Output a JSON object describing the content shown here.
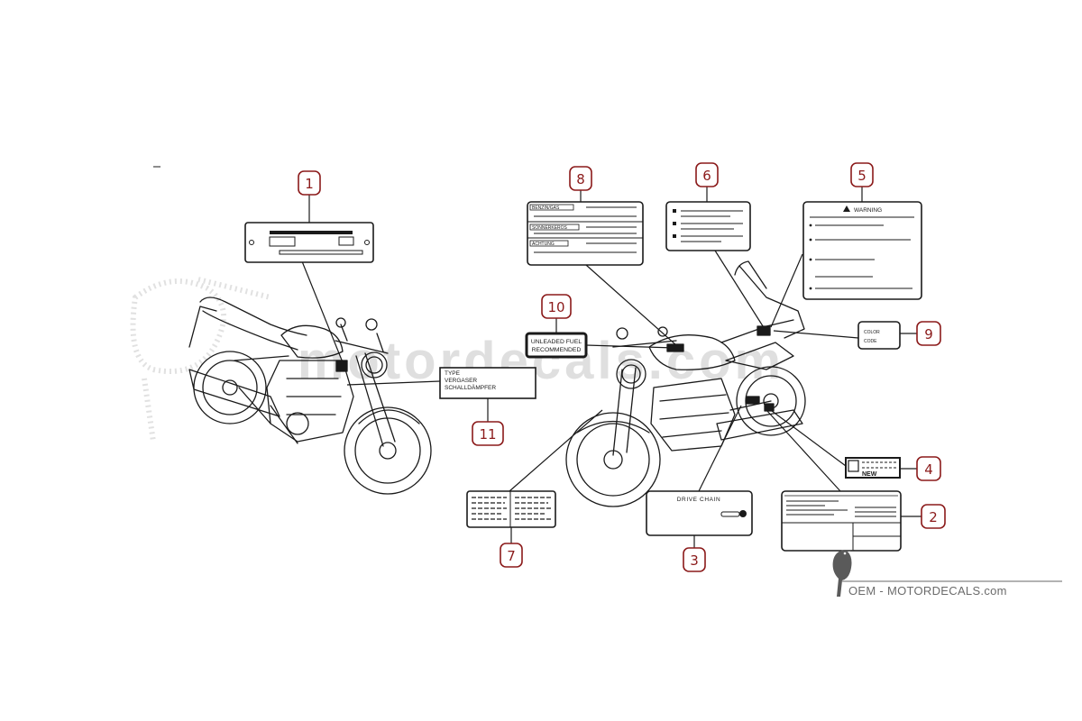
{
  "labels": {
    "l1": {
      "number": "1"
    },
    "l2": {
      "number": "2"
    },
    "l3": {
      "number": "3",
      "text": "DRIVE CHAIN"
    },
    "l4": {
      "number": "4",
      "text": "NEW"
    },
    "l5": {
      "number": "5",
      "text": "WARNING"
    },
    "l6": {
      "number": "6"
    },
    "l7": {
      "number": "7"
    },
    "l8": {
      "number": "8",
      "lines": [
        "BENZIN/GAS",
        "SONNERKEROS",
        "ACHTUNG"
      ]
    },
    "l9": {
      "number": "9",
      "lines": [
        "COLOR",
        "CODE"
      ]
    },
    "l10": {
      "number": "10",
      "lines": [
        "UNLEADED FUEL",
        "RECOMMENDED"
      ]
    },
    "l11": {
      "number": "11",
      "lines": [
        "TYPE",
        "VERGASER",
        "SCHALLDÄMPFER"
      ]
    }
  },
  "watermark": {
    "brand": "OEM - MOTORDECALS.com",
    "ghost_text": "motordecals.com"
  },
  "colors": {
    "callout": "#8b1a1a",
    "line": "#1a1a1a",
    "watermark": "#d6d6d6",
    "brand": "#6b6b6b"
  }
}
